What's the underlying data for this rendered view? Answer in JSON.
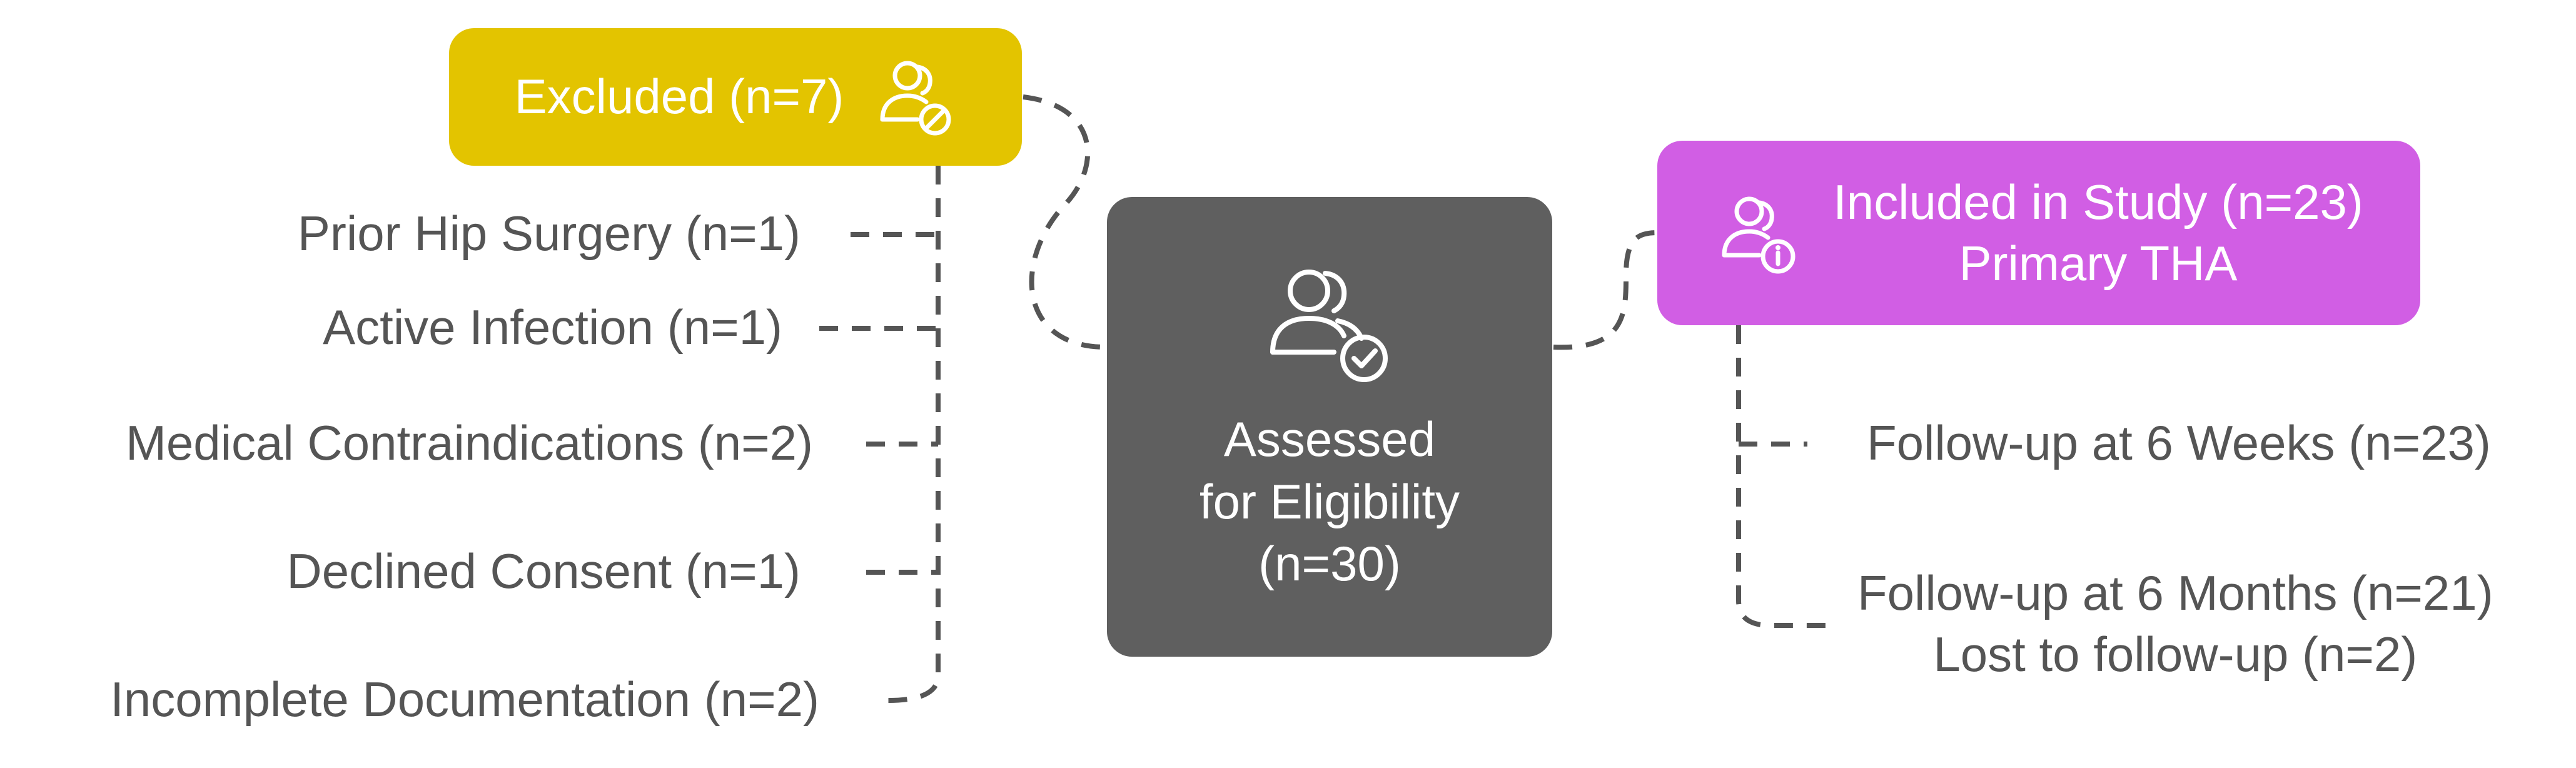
{
  "excluded": {
    "label": "Excluded (n=7)",
    "color": "#e3c400",
    "icon": "users-blocked-icon",
    "items": [
      "Prior Hip Surgery (n=1)",
      "Active Infection (n=1)",
      "Medical Contraindications (n=2)",
      "Declined Consent (n=1)",
      "Incomplete Documentation (n=2)"
    ]
  },
  "assessed": {
    "line1": "Assessed",
    "line2": "for Eligibility",
    "line3": "(n=30)",
    "color": "#5f5f5f",
    "icon": "users-check-icon"
  },
  "included": {
    "line1": "Included in Study (n=23)",
    "line2": "Primary THA",
    "color": "#d15ee4",
    "icon": "users-info-icon",
    "items": [
      {
        "line1": "Follow-up at 6 Weeks (n=23)"
      },
      {
        "line1": "Follow-up at 6 Months (n=21)",
        "line2": "Lost to follow-up (n=2)"
      }
    ]
  }
}
